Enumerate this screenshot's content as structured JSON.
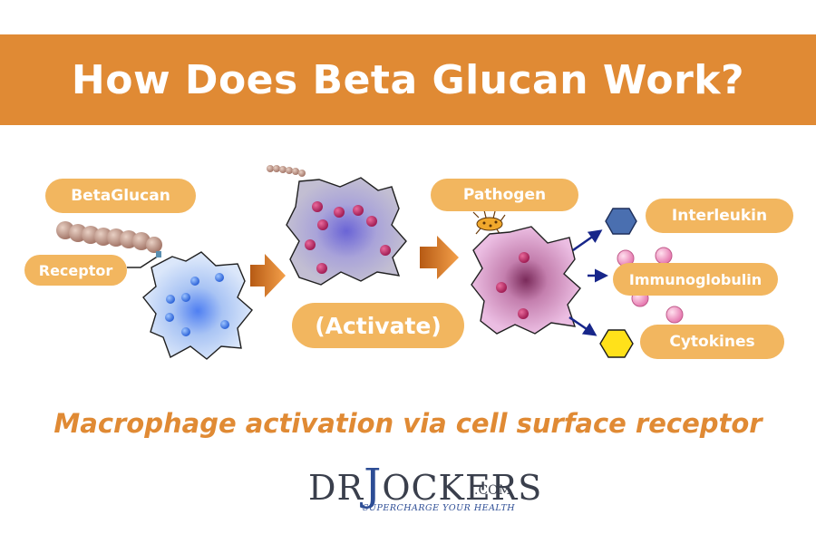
{
  "header": {
    "title": "How Does Beta Glucan Work?"
  },
  "labels": {
    "beta_glucan": "BetaGlucan",
    "receptor": "Receptor",
    "activate": "(Activate)",
    "pathogen": "Pathogen",
    "interleukin": "Interleukin",
    "immunoglobulin": "Immunoglobulin",
    "cytokines": "Cytokines"
  },
  "caption": "Macrophage activation via cell surface receptor",
  "logo": {
    "name_prefix": "DR",
    "name_j": "J",
    "name_suffix": "OCKERS",
    "domain": ".COM",
    "tagline": "SUPERCHARGE YOUR HEALTH"
  },
  "colors": {
    "banner": "#e08a34",
    "pill": "#f2b65f",
    "caption": "#e08a34",
    "resting_cell": "#cfe0f7",
    "activated_cell": "#b8b2cf",
    "pathogen_cell": "#e2aed8",
    "arrow": "#e07a20",
    "interleukin_hexagon": "#4a6fb0",
    "cytokine_hexagon": "#ffe11a",
    "immunoglobulin_sphere": "#f09ac4"
  }
}
